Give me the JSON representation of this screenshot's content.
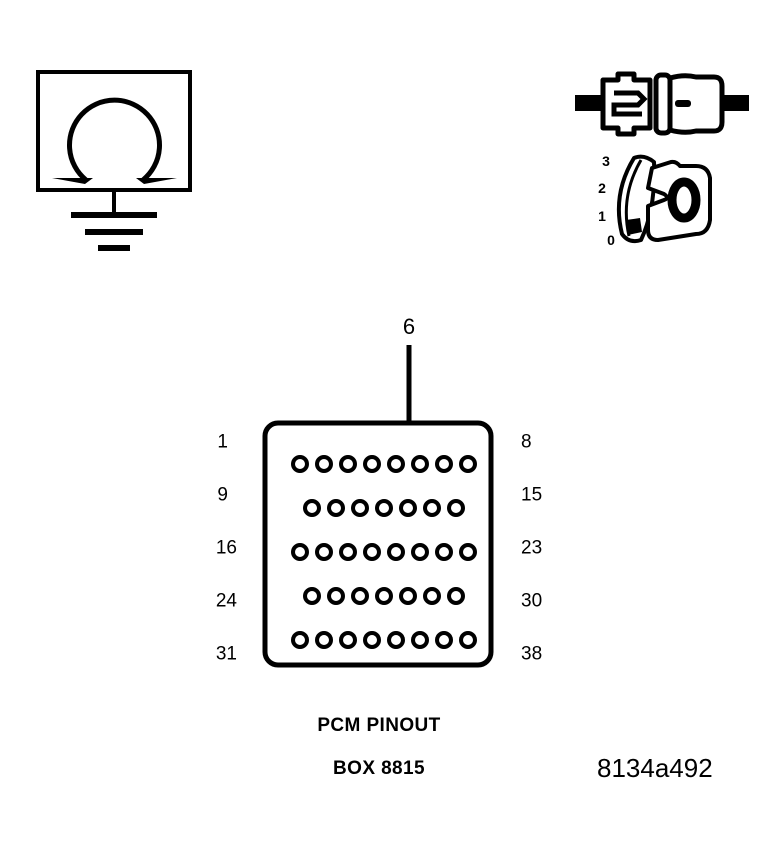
{
  "figure": {
    "id_label": "8134a492",
    "caption_line1": "PCM PINOUT",
    "caption_line2": "BOX 8815",
    "stroke_color": "#000000",
    "background_color": "#ffffff"
  },
  "ohmmeter": {
    "symbol_name": "ohm",
    "symbol_glyph": "Ω",
    "ground_name": "earth-ground"
  },
  "connector_pair": {
    "plug_name": "male-connector-plug",
    "socket_name": "female-connector-socket"
  },
  "rotary_switch": {
    "display_value": "0",
    "positions": [
      {
        "label": "3"
      },
      {
        "label": "2"
      },
      {
        "label": "1"
      },
      {
        "label": "0"
      }
    ],
    "selected": "0"
  },
  "pinout": {
    "callout": {
      "pin": "6"
    },
    "row_labels_left": [
      "1",
      "9",
      "16",
      "24",
      "31"
    ],
    "row_labels_right": [
      "8",
      "15",
      "23",
      "30",
      "38"
    ],
    "rows": [
      {
        "start": "1",
        "end": "8",
        "count": 8,
        "offset": false
      },
      {
        "start": "9",
        "end": "15",
        "count": 7,
        "offset": true
      },
      {
        "start": "16",
        "end": "23",
        "count": 8,
        "offset": false
      },
      {
        "start": "24",
        "end": "30",
        "count": 7,
        "offset": true
      },
      {
        "start": "31",
        "end": "38",
        "count": 8,
        "offset": false
      }
    ],
    "total_pins": 38,
    "highlighted_pin": "6"
  }
}
